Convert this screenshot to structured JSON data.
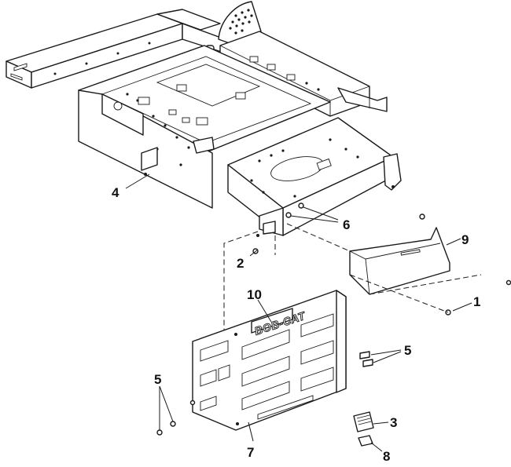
{
  "callouts": {
    "c1": "1",
    "c2": "2",
    "c3": "3",
    "c4": "4",
    "c5a": "5",
    "c5b": "5",
    "c6": "6",
    "c7": "7",
    "c8": "8",
    "c9": "9",
    "c10": "10"
  },
  "panel": {
    "logo_text": "BOB-CAT"
  }
}
